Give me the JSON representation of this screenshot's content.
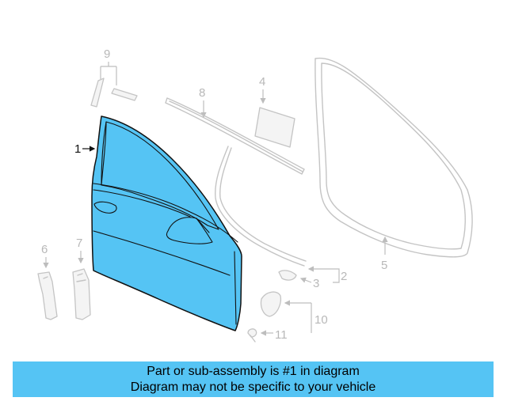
{
  "diagram": {
    "callouts": {
      "c1": "1",
      "c2": "2",
      "c3": "3",
      "c4": "4",
      "c5": "5",
      "c6": "6",
      "c7": "7",
      "c8": "8",
      "c9": "9",
      "c10": "10",
      "c11": "11"
    },
    "highlight_color": "#55c4f4"
  },
  "banner": {
    "line1": "Part or sub-assembly is #1 in diagram",
    "line2": "Diagram may not be specific to your vehicle"
  }
}
